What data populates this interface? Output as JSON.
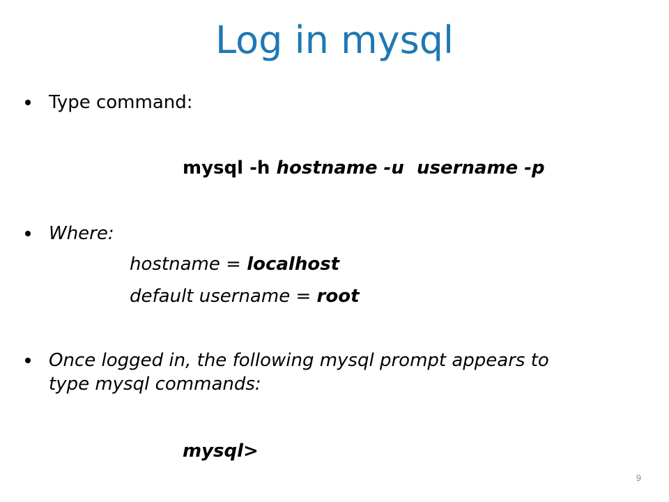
{
  "slide": {
    "title": "Log in mysql",
    "bullet1": "Type command:",
    "command": {
      "part1": "mysql -h ",
      "part2": "hostname -u  username -p"
    },
    "bullet2": "Where:",
    "where_lines": [
      {
        "label": "hostname = ",
        "value": "localhost"
      },
      {
        "label": "default username = ",
        "value": "root"
      }
    ],
    "bullet3_line1": "Once logged in, the following mysql prompt appears to",
    "bullet3_line2": "type mysql commands:",
    "prompt": "mysql>",
    "page_number": "9"
  }
}
